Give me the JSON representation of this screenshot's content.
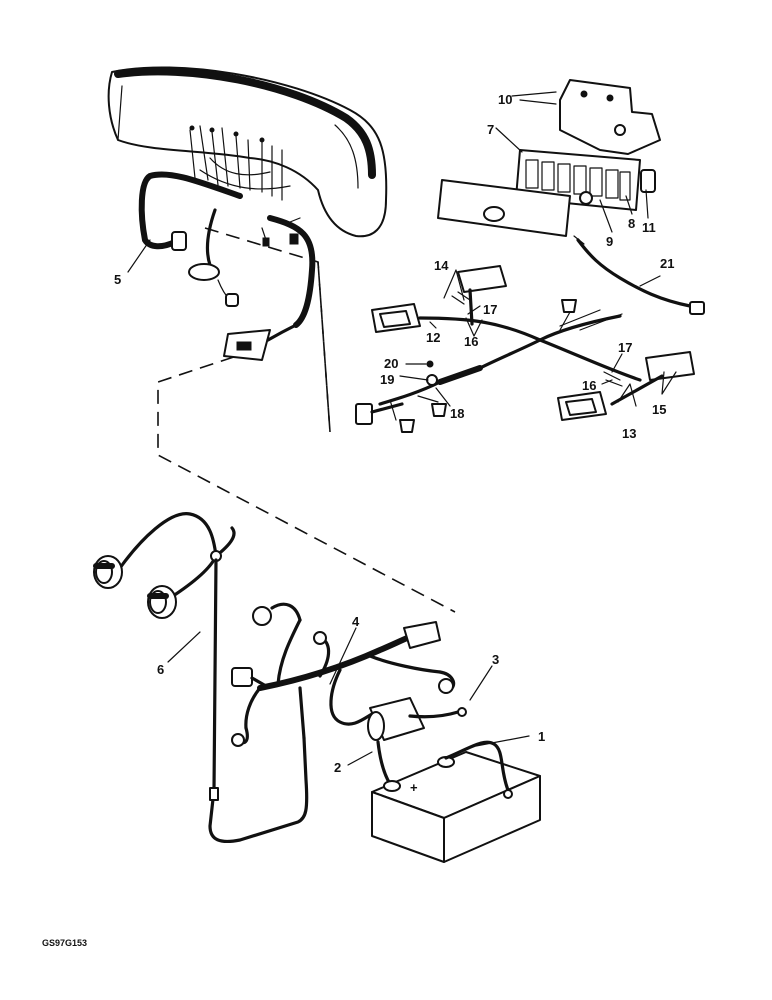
{
  "drawing_code": "GS97G153",
  "callouts": {
    "c1": "1",
    "c2": "2",
    "c3": "3",
    "c4": "4",
    "c5": "5",
    "c6": "6",
    "c7": "7",
    "c8": "8",
    "c9": "9",
    "c10": "10",
    "c11": "11",
    "c12": "12",
    "c13": "13",
    "c14": "14",
    "c15": "15",
    "c16a": "16",
    "c16b": "16",
    "c17a": "17",
    "c17b": "17",
    "c18": "18",
    "c19": "19",
    "c20": "20",
    "c21": "21"
  },
  "battery_symbol": "+"
}
